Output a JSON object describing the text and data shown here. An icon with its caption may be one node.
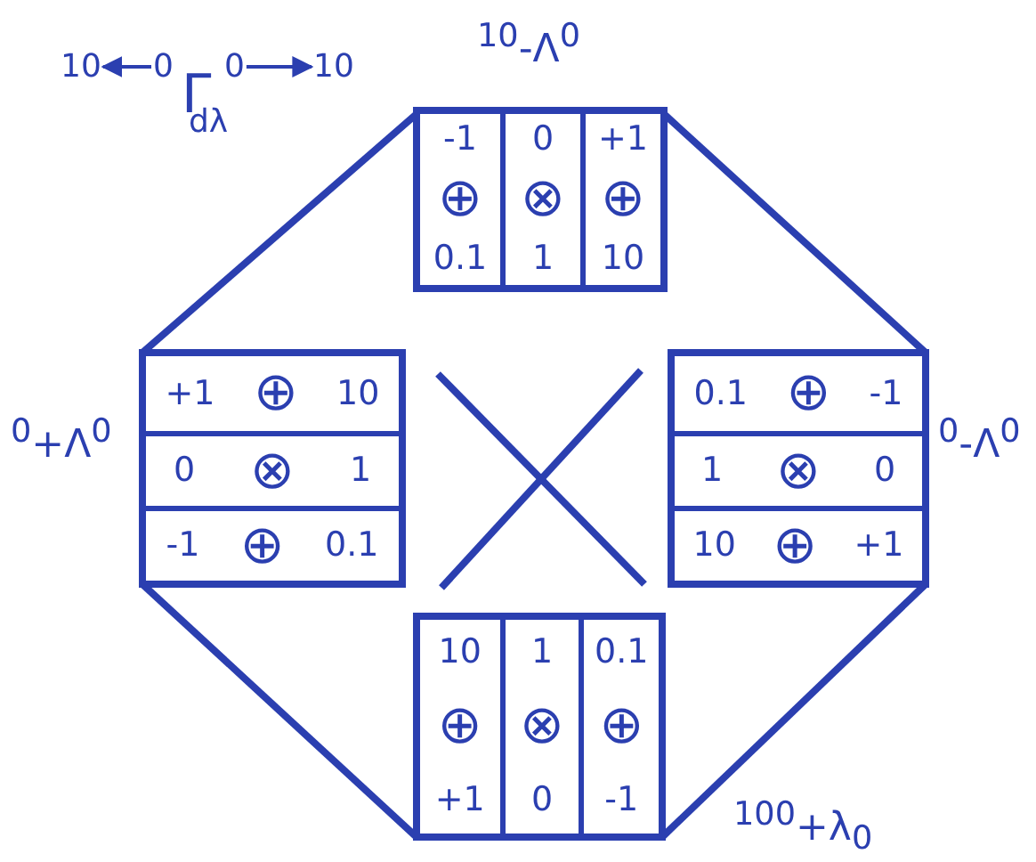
{
  "diagram": {
    "nodes": [
      {
        "text": [],
        "shape": "box"
      },
      {
        "text": [
          "-1",
          "⊕",
          "0.1"
        ],
        "in": 0
      },
      {
        "text": [
          "0",
          "⊗",
          "1"
        ],
        "in": 0
      },
      {
        "text": [
          "+1",
          "⊕",
          "10"
        ],
        "in": 0
      },
      {
        "text": [],
        "shape": "box"
      },
      {
        "text": [
          "+1",
          "⊕",
          "10"
        ],
        "in": 4
      },
      {
        "text": [
          "0",
          "⊗",
          "1"
        ],
        "in": 4
      },
      {
        "text": [
          "-1",
          "⊕",
          "0.1"
        ],
        "in": 4
      },
      {
        "text": [],
        "shape": "box"
      },
      {
        "text": [
          "0.1",
          "⊕",
          "-1"
        ],
        "in": 8
      },
      {
        "text": [
          "1",
          "⊗",
          "0"
        ],
        "in": 8
      },
      {
        "text": [
          "10",
          "⊕",
          "+1"
        ],
        "in": 8
      },
      {
        "text": [],
        "shape": "box"
      },
      {
        "text": [
          "10",
          "⊕",
          "+1"
        ],
        "in": 12
      },
      {
        "text": [
          "1",
          "⊗",
          "0"
        ],
        "in": 12
      },
      {
        "text": [
          "0.1",
          "⊕",
          "-1"
        ],
        "in": 12
      },
      {
        "text": [
          "10"
        ]
      },
      {
        "text": [
          "0"
        ]
      },
      {
        "text": [
          "0"
        ]
      },
      {
        "text": [
          "10"
        ]
      }
    ],
    "edges": [
      {
        "from": 0,
        "to": 4,
        "arrow": "none"
      },
      {
        "from": 0,
        "to": 8,
        "arrow": "none"
      },
      {
        "from": 4,
        "to": 12,
        "arrow": "none"
      },
      {
        "from": 8,
        "to": 12,
        "arrow": "none"
      },
      {
        "from": 17,
        "to": 16,
        "arrow": "to"
      },
      {
        "from": 18,
        "to": 19,
        "arrow": "to"
      }
    ],
    "labels": [
      "Γ",
      "dλ",
      "$^{10}$-Λ$^{0}$",
      "$^{0}$+Λ$^{0}$",
      "$^{0}$-Λ$^{0}$",
      "$^{100}$+λ$_{0}$"
    ]
  }
}
